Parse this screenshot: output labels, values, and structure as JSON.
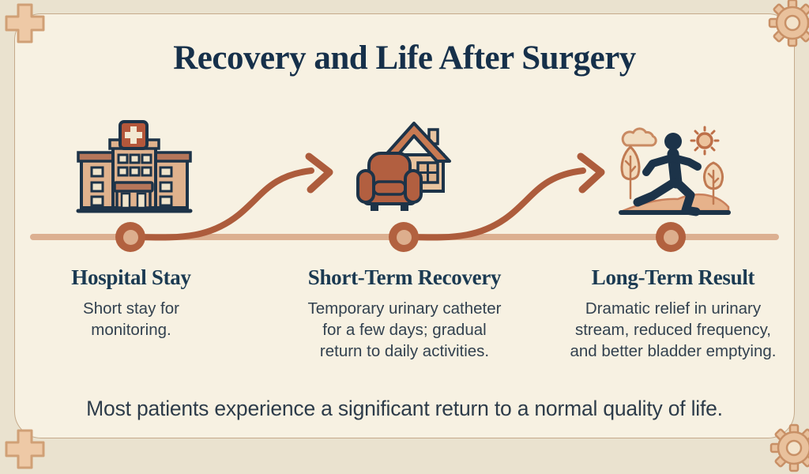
{
  "infographic": {
    "title": "Recovery and Life After Surgery",
    "stages": [
      {
        "id": "hospital-stay",
        "icon": "hospital-building-icon",
        "heading": "Hospital Stay",
        "description": "Short stay for monitoring."
      },
      {
        "id": "short-term-recovery",
        "icon": "armchair-home-icon",
        "heading": "Short-Term Recovery",
        "description": "Temporary urinary catheter for a few days; gradual return to daily activities."
      },
      {
        "id": "long-term-result",
        "icon": "person-running-outdoors-icon",
        "heading": "Long-Term Result",
        "description": "Dramatic relief in urinary stream, reduced frequency, and better bladder emptying."
      }
    ],
    "footer": "Most patients experience a significant return to a normal quality of life.",
    "timeline": {
      "node_count": 3,
      "arrow_count": 2
    },
    "decorations": {
      "top_left": "plus-icon",
      "top_right": "gear-icon",
      "bottom_left": "plus-icon",
      "bottom_right": "gear-icon"
    },
    "colors": {
      "background_outer": "#eae2cf",
      "background_inner": "#f7f1e2",
      "frame_line": "#c5aa8b",
      "heading_navy": "#16304a",
      "body_text": "#32414f",
      "terracotta_dark": "#ad5c3c",
      "terracotta_sign": "#b4573b",
      "timeline_tan": "#dcb091",
      "icon_wall_tan": "#e0b28d",
      "outline_navy": "#1d3348"
    }
  }
}
